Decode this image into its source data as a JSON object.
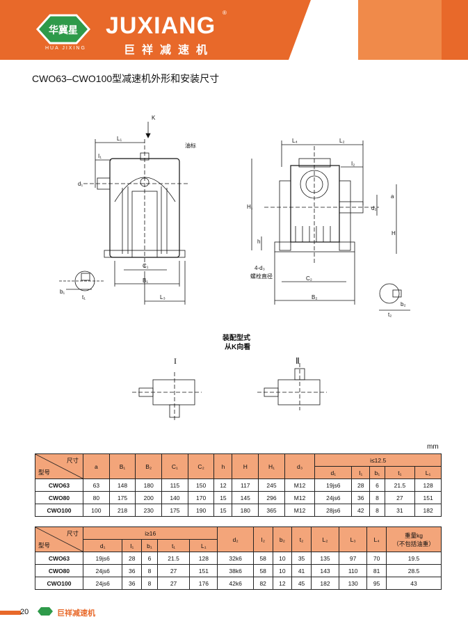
{
  "header": {
    "logo_cn": "华冀星",
    "logo_en": "HUA JIXING",
    "brand": "JUXIANG",
    "brand_cn": "巨祥减速机",
    "registered": "®"
  },
  "title": "CWO63–CWO100型减速机外形和安装尺寸",
  "drawing_labels": {
    "k": "K",
    "l1": "L₁",
    "i1": "I₁",
    "d1": "d₁",
    "oil": "油标",
    "c1": "C₁",
    "b1": "B₁",
    "l3": "L₃",
    "b1k": "b₁",
    "t1": "t₁",
    "l4": "L₄",
    "l2": "L₂",
    "i2": "I₂",
    "a": "a",
    "d2": "d₂",
    "h1": "H₁",
    "h_big": "H",
    "h": "h",
    "d3": "4-d₃",
    "bolt": "螺栓直径",
    "c2": "C₂",
    "b2": "B₂",
    "b2k": "b₂",
    "t2": "t₂"
  },
  "assembly": {
    "title1": "装配型式",
    "title2": "从K向看",
    "type1": "I",
    "type2": "Ⅱ"
  },
  "unit": "mm",
  "table1": {
    "corner_top": "尺寸",
    "corner_bottom": "型号",
    "headers": [
      "a",
      "B₁",
      "B₂",
      "C₁",
      "C₂",
      "h",
      "H",
      "H₁",
      "d₃"
    ],
    "group": "i≤12.5",
    "group_headers": [
      "d₁",
      "I₁",
      "b₁",
      "t₁",
      "L₁"
    ],
    "rows": [
      [
        "CWO63",
        "63",
        "148",
        "180",
        "115",
        "150",
        "12",
        "117",
        "245",
        "M12",
        "19js6",
        "28",
        "6",
        "21.5",
        "128"
      ],
      [
        "CWO80",
        "80",
        "175",
        "200",
        "140",
        "170",
        "15",
        "145",
        "296",
        "M12",
        "24js6",
        "36",
        "8",
        "27",
        "151"
      ],
      [
        "CWO100",
        "100",
        "218",
        "230",
        "175",
        "190",
        "15",
        "180",
        "365",
        "M12",
        "28js6",
        "42",
        "8",
        "31",
        "182"
      ]
    ]
  },
  "table2": {
    "corner_top": "尺寸",
    "corner_bottom": "型号",
    "group": "i≥16",
    "group_headers": [
      "d₁",
      "I₁",
      "b₁",
      "t₁",
      "L₁"
    ],
    "headers": [
      "d₂",
      "I₂",
      "b₂",
      "t₂",
      "L₂",
      "L₃",
      "L₄"
    ],
    "weight_header": "重量kg",
    "weight_sub": "（不包括油重）",
    "rows": [
      [
        "CWO63",
        "19js6",
        "28",
        "6",
        "21.5",
        "128",
        "32k6",
        "58",
        "10",
        "35",
        "135",
        "97",
        "70",
        "19.5"
      ],
      [
        "CWO80",
        "24js6",
        "36",
        "8",
        "27",
        "151",
        "38k6",
        "58",
        "10",
        "41",
        "143",
        "110",
        "81",
        "28.5"
      ],
      [
        "CWO100",
        "24js6",
        "36",
        "8",
        "27",
        "176",
        "42k6",
        "82",
        "12",
        "45",
        "182",
        "130",
        "95",
        "43"
      ]
    ]
  },
  "footer": {
    "page": "20",
    "brand_cn": "巨祥减速机"
  },
  "colors": {
    "orange": "#e8692a",
    "table_header": "#f3a57a",
    "logo_green": "#2e9a4a"
  }
}
